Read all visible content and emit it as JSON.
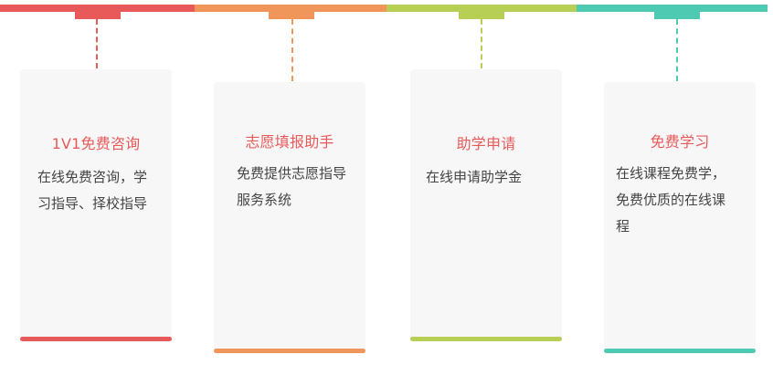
{
  "colors": {
    "red": "#e85a5a",
    "orange": "#f0965a",
    "green": "#b8cf55",
    "teal": "#4ecab2",
    "card_bg": "#f7f7f7",
    "desc_text": "#444444"
  },
  "cards": [
    {
      "title": "1V1免费咨询",
      "desc": "在线免费咨询，学习指导、择校指导"
    },
    {
      "title": "志愿填报助手",
      "desc": "免费提供志愿指导服务系统"
    },
    {
      "title": "助学申请",
      "desc": "在线申请助学金"
    },
    {
      "title": "免费学习",
      "desc": "在线课程免费学，免费优质的在线课程"
    }
  ]
}
